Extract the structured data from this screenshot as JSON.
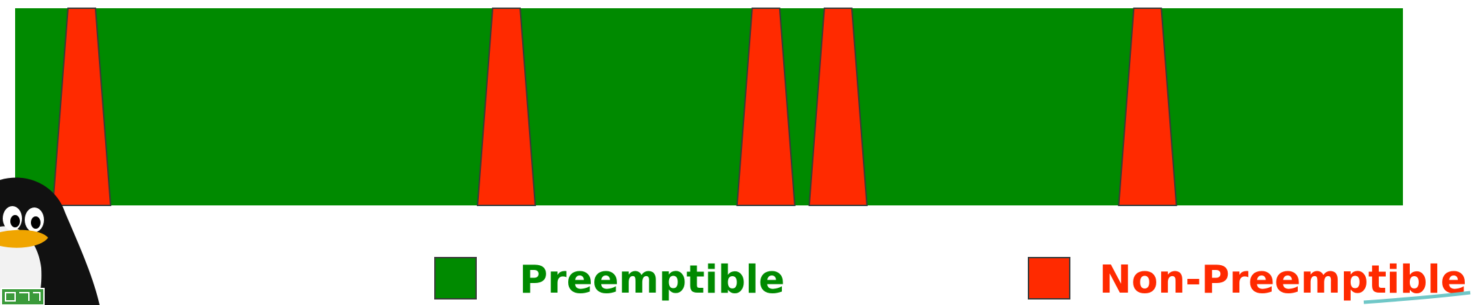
{
  "colors": {
    "preemptible": "#008a00",
    "non_preemptible": "#ff2a00",
    "border": "#3a3a3a"
  },
  "legend": {
    "preemptible_label": "Preemptible",
    "non_preemptible_label": "Non-Preemptible"
  },
  "non_preemptible_spikes": [
    {
      "center": 0.048
    },
    {
      "center": 0.354
    },
    {
      "center": 0.541
    },
    {
      "center": 0.593
    },
    {
      "center": 0.816
    }
  ],
  "mascot_icon": "penguin-icon"
}
